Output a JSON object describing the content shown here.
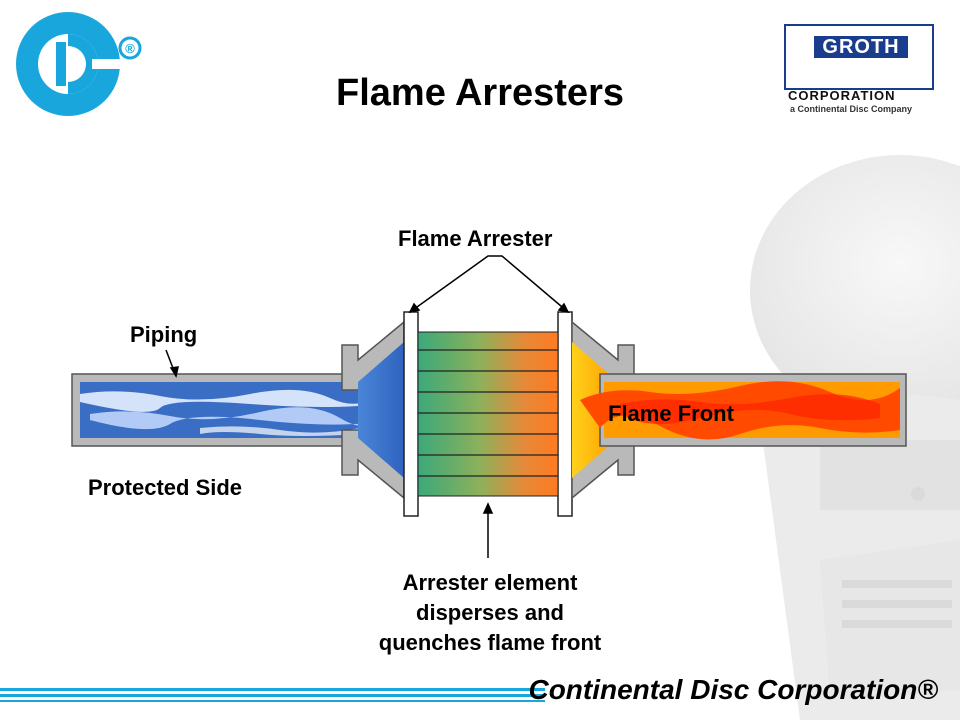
{
  "title": "Flame Arresters",
  "brand": {
    "left_logo_icon": "cdc-circle-logo-icon",
    "left_logo_mark": "®",
    "groth_word": "GROTH",
    "groth_corporation": "CORPORATION",
    "groth_tagline": "a Continental Disc Company",
    "footer": "Continental Disc Corporation®"
  },
  "labels": {
    "flame_arrester": "Flame Arrester",
    "piping": "Piping",
    "flame_front": "Flame Front",
    "protected_side": "Protected Side",
    "element_caption": [
      "Arrester element",
      "disperses and",
      "quenches flame front"
    ]
  },
  "colors": {
    "accent_blue": "#19a6dc",
    "groth_blue": "#1a3c8c",
    "pipe_gray": "#b8b8b8",
    "fluid_blue": "#3a6ec4",
    "flame_orange": "#ff8a00",
    "flame_red": "#ff3a00"
  }
}
